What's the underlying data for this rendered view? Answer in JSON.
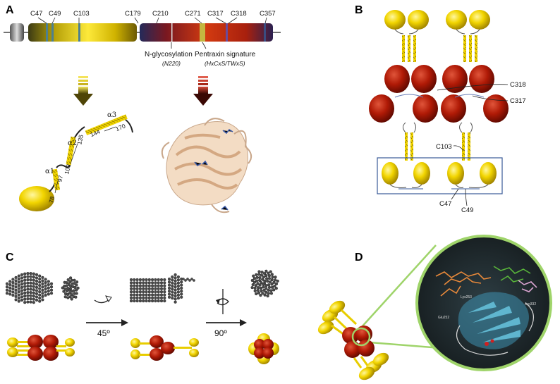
{
  "panels": {
    "a": "A",
    "b": "B",
    "c": "C",
    "d": "D"
  },
  "panel_a": {
    "cysteines": [
      "C47",
      "C49",
      "C103",
      "C179",
      "C210",
      "C271",
      "C317",
      "C318",
      "C357"
    ],
    "glyco_label": "N-glycosylation",
    "glyco_sub": "(N220)",
    "pentraxin_label": "Pentraxin signature",
    "pentraxin_sub": "(HxCxS/TWxS)",
    "helices": [
      "α1",
      "α2",
      "α3"
    ],
    "residues": [
      "78",
      "97",
      "109",
      "135",
      "144",
      "170"
    ]
  },
  "panel_b": {
    "labels": [
      "C318",
      "C317",
      "C103",
      "C47",
      "C49"
    ]
  },
  "panel_c": {
    "rotation_1": "45º",
    "rotation_2": "90º"
  },
  "panel_d": {
    "residue_labels": [
      "Lys253",
      "Glu252",
      "Arg332"
    ]
  },
  "colors": {
    "yellow": "#f2d500",
    "red": "#b01a06",
    "navy": "#1e2a5a",
    "green_ring": "#9fd46a",
    "ribbon": "#e9c8a6",
    "blue_sheet": "#5fb6cf"
  }
}
